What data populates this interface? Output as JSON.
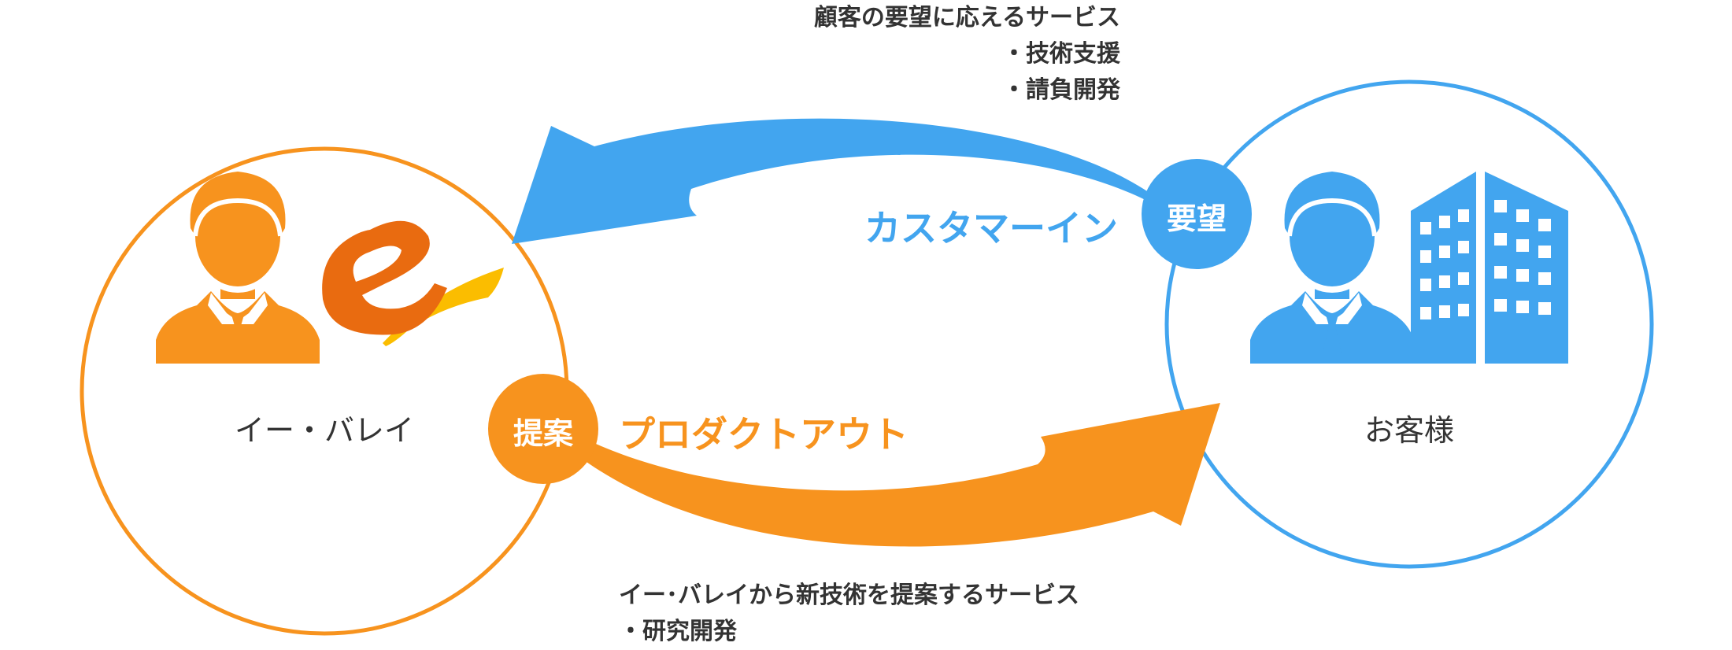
{
  "left_party": {
    "name": "イー・バレイ",
    "color": "#f7931e"
  },
  "right_party": {
    "name": "お客様",
    "color": "#42a5ef"
  },
  "customer_in": {
    "flow_label": "カスタマーイン",
    "badge_label": "要望",
    "color": "#42a5ef",
    "note_title": "顧客の要望に応えるサービス",
    "note_items": [
      "・技術支援",
      "・請負開発"
    ]
  },
  "product_out": {
    "flow_label": "プロダクトアウト",
    "badge_label": "提案",
    "color": "#f7931e",
    "note_title": "イー･バレイから新技術を提案するサービス",
    "note_items": [
      "・研究開発"
    ]
  },
  "logo": {
    "primary_color": "#e96b10",
    "secondary_color": "#fbbd00"
  }
}
